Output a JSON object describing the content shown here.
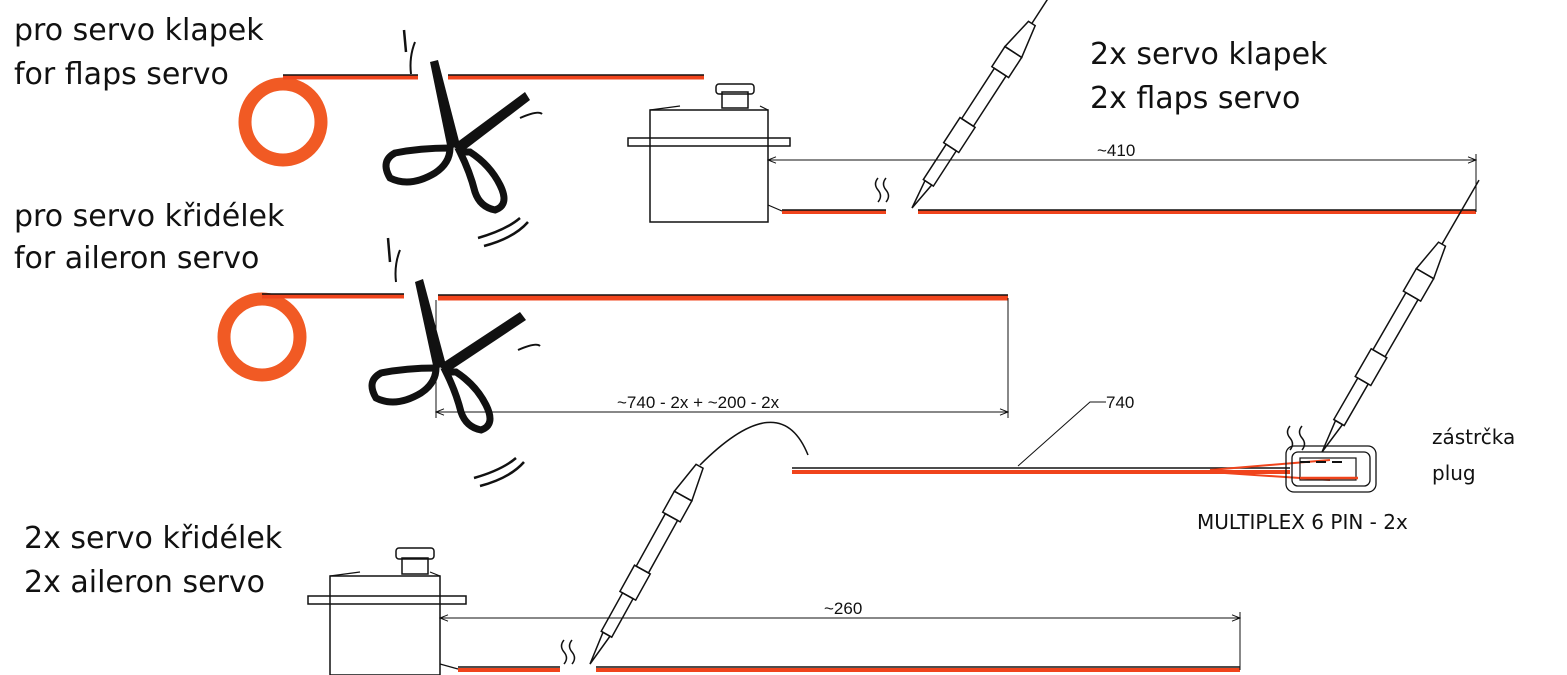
{
  "labels": {
    "flaps_cz": "pro servo klapek",
    "flaps_en": "for flaps servo",
    "aileron_cz": "pro servo křidélek",
    "aileron_en": "for aileron servo",
    "top_right_cz": "2x servo klapek",
    "top_right_en": "2x flaps servo",
    "bottom_left_cz": "2x servo křidélek",
    "bottom_left_en": "2x aileron servo",
    "plug_cz": "zástrčka",
    "plug_en": "plug",
    "connector": "MULTIPLEX 6 PIN - 2x"
  },
  "dimensions": {
    "flaps": "~410",
    "aileron_total": "~740 - 2x + ~200 - 2x",
    "cable": "740",
    "aileron_servo": "~260"
  },
  "colors": {
    "wire_red": "#f0441c",
    "wire_black": "#111111",
    "coil": "#f15a24",
    "outline": "#111111"
  }
}
